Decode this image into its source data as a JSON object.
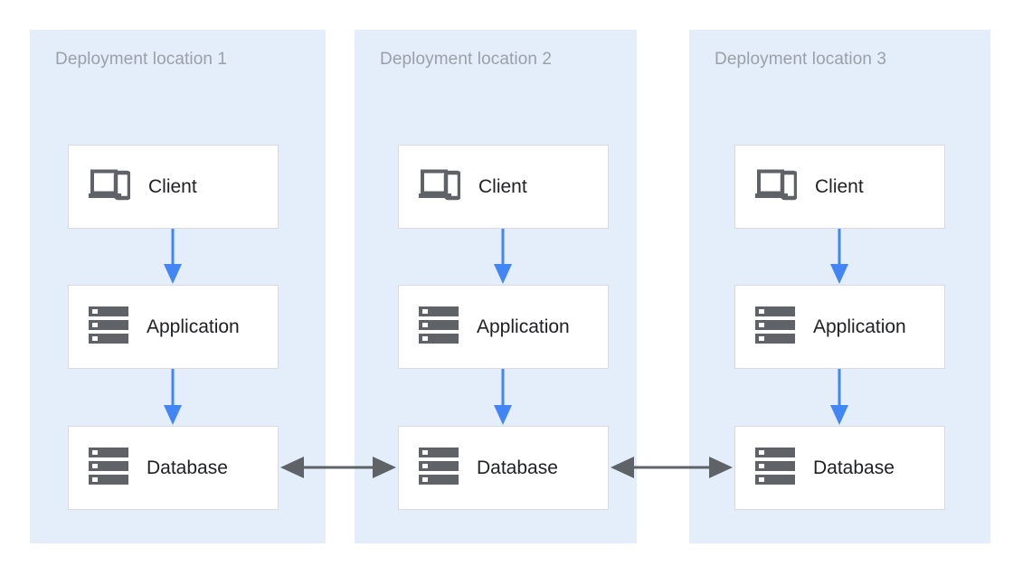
{
  "diagram": {
    "title_text_color": "#9aa0a6",
    "panel_bg": "#e4eefb",
    "node_bg": "#ffffff",
    "node_border": "#d7dade",
    "vertical_arrow_color": "#4285f4",
    "horizontal_arrow_color": "#5f6368",
    "icon_color": "#5f6368",
    "panels": [
      {
        "title": "Deployment location 1",
        "nodes": [
          {
            "label": "Client",
            "icon": "devices-icon"
          },
          {
            "label": "Application",
            "icon": "server-icon"
          },
          {
            "label": "Database",
            "icon": "server-icon"
          }
        ]
      },
      {
        "title": "Deployment location 2",
        "nodes": [
          {
            "label": "Client",
            "icon": "devices-icon"
          },
          {
            "label": "Application",
            "icon": "server-icon"
          },
          {
            "label": "Database",
            "icon": "server-icon"
          }
        ]
      },
      {
        "title": "Deployment location 3",
        "nodes": [
          {
            "label": "Client",
            "icon": "devices-icon"
          },
          {
            "label": "Application",
            "icon": "server-icon"
          },
          {
            "label": "Database",
            "icon": "server-icon"
          }
        ]
      }
    ],
    "connections": {
      "vertical": [
        {
          "from": "Client",
          "to": "Application",
          "direction": "down"
        },
        {
          "from": "Application",
          "to": "Database",
          "direction": "down"
        }
      ],
      "horizontal": [
        {
          "from": "Database",
          "to": "Database",
          "direction": "bidirectional"
        },
        {
          "from": "Database",
          "to": "Database",
          "direction": "bidirectional"
        }
      ]
    }
  }
}
